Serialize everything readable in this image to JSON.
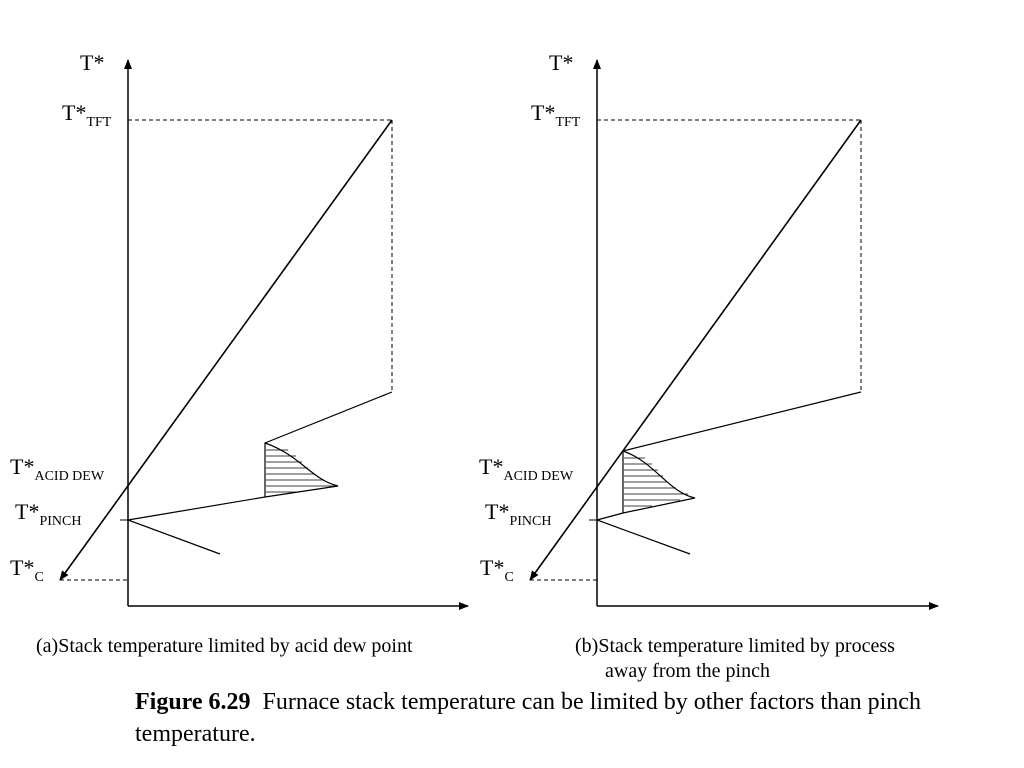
{
  "panel_a": {
    "y_axis": "T*",
    "labels": {
      "tft": "T*",
      "tft_sub": "TFT",
      "acid": "T*",
      "acid_sub": "ACID DEW",
      "pinch": "T*",
      "pinch_sub": "PINCH",
      "c": "T*",
      "c_sub": "C"
    },
    "caption": "(a)Stack temperature limited by acid dew point"
  },
  "panel_b": {
    "y_axis": "T*",
    "labels": {
      "tft": "T*",
      "tft_sub": "TFT",
      "acid": "T*",
      "acid_sub": "ACID DEW",
      "pinch": "T*",
      "pinch_sub": "PINCH",
      "c": "T*",
      "c_sub": "C"
    },
    "caption_line1": "(b)Stack temperature limited by process",
    "caption_line2": "away from the pinch"
  },
  "figure": {
    "number": "Figure 6.29",
    "text": "Furnace stack temperature can be limited by other factors than pinch temperature."
  },
  "colors": {
    "line": "#000000",
    "background": "#ffffff"
  }
}
